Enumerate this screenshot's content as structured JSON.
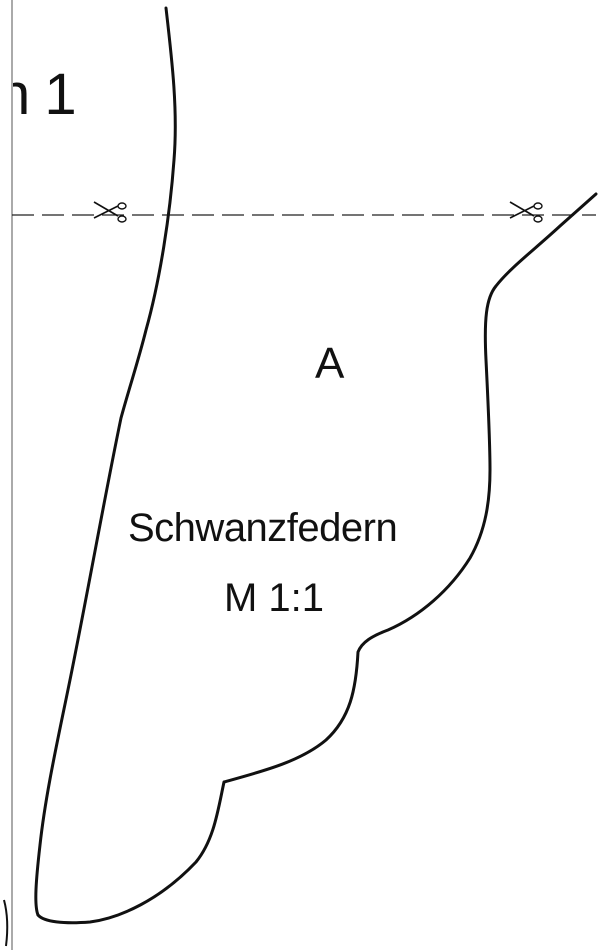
{
  "title_fragment": "n 1",
  "piece": {
    "letter": "A",
    "name": "Schwanzfedern",
    "scale": "M 1:1"
  },
  "icons": {
    "cut_mark_left": "scissors-icon",
    "cut_mark_right": "scissors-icon"
  },
  "colors": {
    "line": "#111111",
    "margin_line": "#555555",
    "background": "#ffffff"
  }
}
